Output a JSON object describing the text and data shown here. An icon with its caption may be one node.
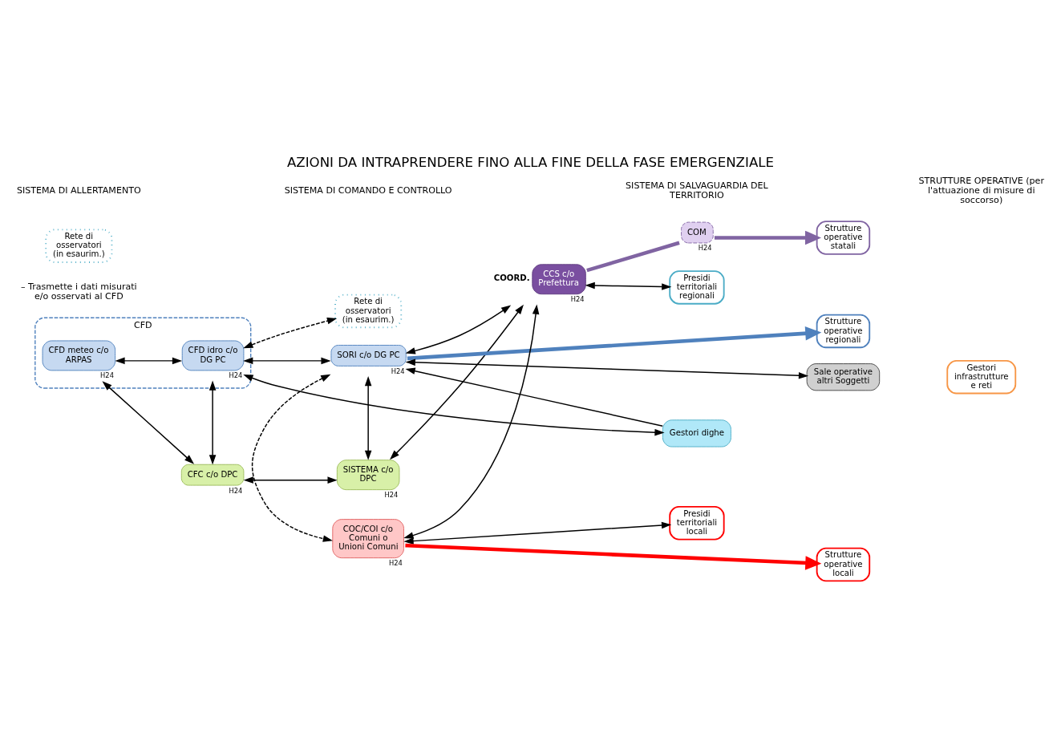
{
  "diagram": {
    "title": "AZIONI DA INTRAPRENDERE FINO ALLA FINE DELLA FASE EMERGENZIALE",
    "nodes": [
      {
        "text": [
          "CFC c/o DPC"
        ],
        "beside": [
          "H24"
        ]
      },
      {
        "text": [
          "CFD"
        ]
      },
      {
        "text": [
          "CFD meteo c/o ARPAS"
        ],
        "in": 1,
        "beside": [
          "H24"
        ]
      },
      {
        "text": [
          "CFD idro c/o DG PC"
        ],
        "in": 1,
        "beside": [
          "H24"
        ]
      },
      {
        "text": [
          "Rete di osservatori (in esaurim.)"
        ]
      },
      {
        "text": [
          "SISTEMA c/o DPC"
        ],
        "beside": [
          "H24"
        ]
      },
      {
        "text": [
          "SORI c/o DG PC"
        ],
        "beside": [
          "H24"
        ]
      },
      {
        "text": [
          "CCS c/o Prefettura"
        ],
        "beside": [
          "COORD.",
          "H24"
        ]
      },
      {
        "text": [
          "COM"
        ],
        "beside": [
          "H24"
        ]
      },
      {
        "text": [
          "COC/COI c/o Comuni o Unioni Comuni"
        ],
        "beside": [
          "H24"
        ]
      },
      {
        "text": [
          "Gestori dighe"
        ]
      },
      {
        "text": [
          "Presidi territoriali regionali"
        ]
      },
      {
        "text": [
          "Presidi territoriali locali"
        ]
      },
      {
        "text": [
          "Strutture operative regionali"
        ]
      },
      {
        "text": [
          "Strutture operative statali"
        ]
      },
      {
        "text": [
          "Sale operative altri Soggetti"
        ]
      },
      {
        "text": [
          "Strutture operative locali"
        ]
      },
      {
        "text": [
          "Gestori infrastrutture e reti"
        ]
      },
      {
        "text": [
          "Rete di osservatori (in esaurim.)"
        ]
      }
    ],
    "edges": [
      {
        "from": 0,
        "to": 5,
        "arrow": "both"
      },
      {
        "from": 0,
        "to": 2,
        "arrow": "both"
      },
      {
        "from": 0,
        "to": 3,
        "arrow": "both"
      },
      {
        "from": 2,
        "to": 3,
        "arrow": "both"
      },
      {
        "from": 3,
        "to": 6,
        "arrow": "both"
      },
      {
        "from": 3,
        "to": 4,
        "arrow": "both",
        "style": "dashed"
      },
      {
        "from": 5,
        "to": 6,
        "arrow": "both"
      },
      {
        "from": 3,
        "to": 10,
        "arrow": "both"
      },
      {
        "from": 10,
        "to": 6,
        "arrow": "to"
      },
      {
        "from": 5,
        "to": 7,
        "arrow": "both"
      },
      {
        "from": 6,
        "to": 7,
        "arrow": "both"
      },
      {
        "from": 7,
        "to": 11,
        "arrow": "both"
      },
      {
        "from": 6,
        "to": 9,
        "arrow": "both",
        "style": "dashed"
      },
      {
        "from": 6,
        "to": 15,
        "arrow": "both"
      },
      {
        "from": 9,
        "to": 7,
        "arrow": "both"
      },
      {
        "from": 9,
        "to": 12,
        "arrow": "both"
      },
      {
        "from": 6,
        "to": 13,
        "arrow": "to",
        "style": "thick",
        "color": "#4f81bd"
      },
      {
        "from": 7,
        "to": 8,
        "arrow": "none",
        "style": "thick",
        "color": "#8064a2"
      },
      {
        "from": 8,
        "to": 14,
        "arrow": "to",
        "style": "thick",
        "color": "#8064a2"
      },
      {
        "from": 9,
        "to": 16,
        "arrow": "to",
        "style": "thick",
        "color": "#ff0000"
      }
    ],
    "labels": [
      "SISTEMA DI ALLERTAMENTO",
      "SISTEMA DI COMANDO E CONTROLLO",
      "SISTEMA DI SALVAGUARDIA DEL TERRITORIO",
      "STRUTTURE OPERATIVE (per l'attuazione di misure di soccorso)",
      "– Trasmette i dati misurati e/o osservati al CFD"
    ]
  }
}
